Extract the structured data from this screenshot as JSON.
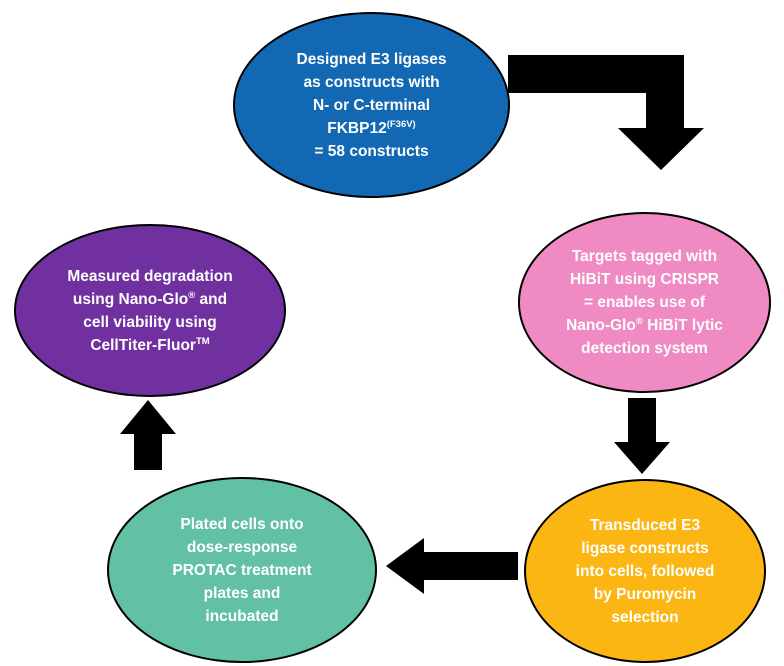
{
  "diagram": {
    "arrow_color": "#000000",
    "text_color": "#ffffff",
    "nodes": {
      "designed": {
        "color": "#1268b3",
        "line1": "Designed E3 ligases",
        "line2": "as constructs with",
        "line3": "N- or C-terminal",
        "line4_main": "FKBP12",
        "line4_sup": "(F36V)",
        "line5": "= 58 constructs"
      },
      "targets": {
        "color": "#f08ac2",
        "line1": "Targets tagged with",
        "line2": "HiBiT using CRISPR",
        "line3": "= enables use of",
        "line4_a": "Nano-Glo",
        "line4_sup": "®",
        "line4_b": " HiBiT lytic",
        "line5": "detection system"
      },
      "transduced": {
        "color": "#fcb614",
        "line1": "Transduced E3",
        "line2": "ligase constructs",
        "line3": "into cells, followed",
        "line4": "by Puromycin",
        "line5": "selection"
      },
      "plated": {
        "color": "#62c1a5",
        "line1": "Plated cells onto",
        "line2": "dose-response",
        "line3": "PROTAC treatment",
        "line4": "plates and",
        "line5": "incubated"
      },
      "measured": {
        "color": "#7030a0",
        "line1": "Measured degradation",
        "line2_a": "using Nano-Glo",
        "line2_sup": "®",
        "line2_b": " and",
        "line3": "cell viability using",
        "line4_main": "CellTiter-Fluor",
        "line4_sup": "TM"
      }
    },
    "arrows": [
      {
        "name": "designed-to-targets",
        "shape": "elbow-right-then-down"
      },
      {
        "name": "targets-to-transduced",
        "shape": "down"
      },
      {
        "name": "transduced-to-plated",
        "shape": "left"
      },
      {
        "name": "plated-to-measured",
        "shape": "up"
      }
    ]
  }
}
